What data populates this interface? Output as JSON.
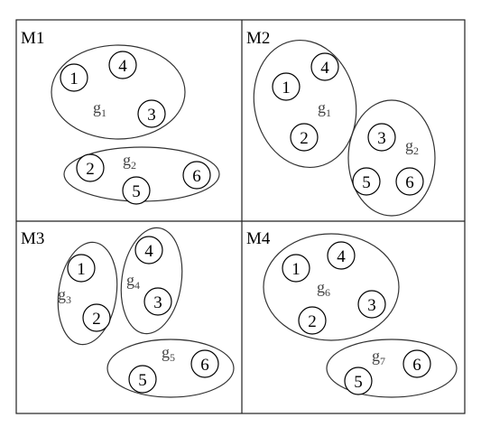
{
  "panels": [
    {
      "label": "M1",
      "groups": [
        {
          "name": "g",
          "sub": "1"
        },
        {
          "name": "g",
          "sub": "2"
        }
      ],
      "nodes": [
        "1",
        "4",
        "3",
        "2",
        "5",
        "6"
      ]
    },
    {
      "label": "M2",
      "groups": [
        {
          "name": "g",
          "sub": "1"
        },
        {
          "name": "g",
          "sub": "2"
        }
      ],
      "nodes": [
        "4",
        "1",
        "2",
        "3",
        "5",
        "6"
      ]
    },
    {
      "label": "M3",
      "groups": [
        {
          "name": "g",
          "sub": "3"
        },
        {
          "name": "g",
          "sub": "4"
        },
        {
          "name": "g",
          "sub": "5"
        }
      ],
      "nodes": [
        "1",
        "2",
        "4",
        "3",
        "6",
        "5"
      ]
    },
    {
      "label": "M4",
      "groups": [
        {
          "name": "g",
          "sub": "6"
        },
        {
          "name": "g",
          "sub": "7"
        }
      ],
      "nodes": [
        "4",
        "1",
        "3",
        "2",
        "6",
        "5"
      ]
    }
  ]
}
